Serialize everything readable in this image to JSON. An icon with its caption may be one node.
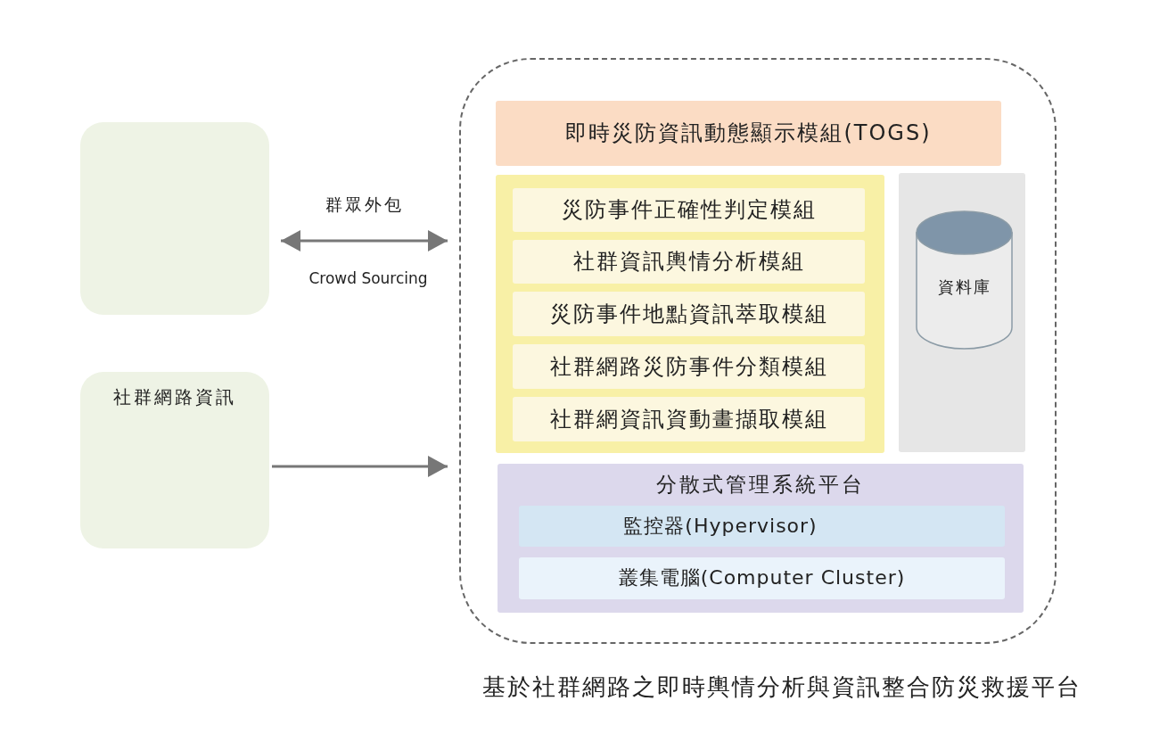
{
  "diagram": {
    "caption": "基於社群網路之即時輿情分析與資訊整合防災救援平台",
    "nodes": [
      {
        "text": [],
        "shape": "box"
      },
      {
        "text": [
          "社群網路資訊"
        ]
      },
      {
        "text": [],
        "shape": "box"
      },
      {
        "text": [
          "即時災防資訊動態顯示模組(TOGS)"
        ],
        "in": 2
      },
      {
        "text": [],
        "shape": "box",
        "in": 2
      },
      {
        "text": [
          "災防事件正確性判定模組"
        ],
        "in": 4
      },
      {
        "text": [
          "社群資訊輿情分析模組"
        ],
        "in": 4
      },
      {
        "text": [
          "災防事件地點資訊萃取模組"
        ],
        "in": 4
      },
      {
        "text": [
          "社群網路災防事件分類模組"
        ],
        "in": 4
      },
      {
        "text": [
          "社群網資訊資動畫擷取模組"
        ],
        "in": 4
      },
      {
        "text": [],
        "shape": "box",
        "in": 2
      },
      {
        "text": [
          "資料庫"
        ],
        "in": 10
      },
      {
        "text": [
          "分散式管理系統平台"
        ],
        "in": 2
      },
      {
        "text": [
          "監控器(Hypervisor)"
        ],
        "in": 12
      },
      {
        "text": [
          "叢集電腦(Computer Cluster)"
        ],
        "in": 12
      }
    ],
    "edges": [
      {
        "from": 0,
        "to": 2,
        "arrow": "both",
        "label": "群眾外包"
      },
      {
        "from": 1,
        "to": 2,
        "arrow": "to"
      }
    ],
    "labels": [
      "Crowd Sourcing"
    ]
  }
}
